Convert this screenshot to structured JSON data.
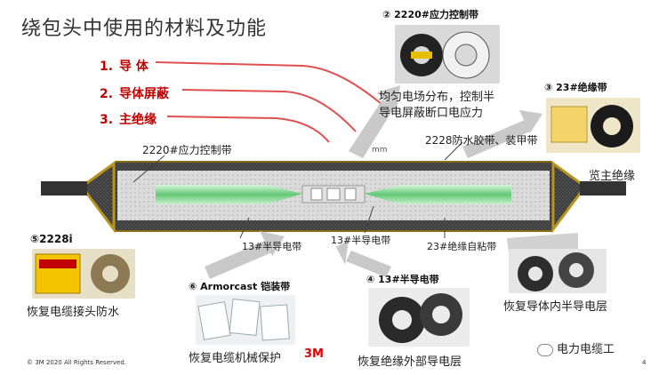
{
  "slide": {
    "title": "绕包头中使用的材料及功能",
    "list": [
      {
        "num": "1.",
        "label": "导 体"
      },
      {
        "num": "2.",
        "label": "导体屏蔽"
      },
      {
        "num": "3.",
        "label": "主绝缘"
      }
    ],
    "callouts": {
      "tape2220": {
        "head": "② 2220#应力控制带",
        "desc_line1": "均匀电场分布，控制半",
        "desc_line2": "导电屏蔽断口电应力"
      },
      "tape23": {
        "head": "③ 23#绝缘带",
        "desc": "览主绝缘"
      },
      "tape2228": {
        "head": "⑤2228i",
        "desc": "恢复电缆接头防水"
      },
      "armorcast": {
        "head": "⑥ Armorcast 铠装带",
        "desc": "恢复电缆机械保护"
      },
      "tape13": {
        "head": "④ 13#半导电带",
        "desc": "恢复绝缘外部导电层"
      },
      "conductor_shield": {
        "desc": "恢复导体内半导电层"
      }
    },
    "diagram_labels": {
      "l2220": "2220#应力控制带",
      "l2228": "2228防水胶带、装甲带",
      "l13a": "13#半导电带",
      "l13b": "13#半导电带",
      "l23": "23#绝缘自粘带",
      "partial": "mm"
    },
    "footer": {
      "copyright": "© 3M 2020 All Rights Reserved.",
      "logo": "3M",
      "page": "4"
    },
    "watermark": "电力电缆工"
  },
  "colors": {
    "accent": "#c00000",
    "sheath_gold": "#b8961e",
    "core_green": "#7fd68c",
    "gray_arrow": "#bdbdbd"
  }
}
